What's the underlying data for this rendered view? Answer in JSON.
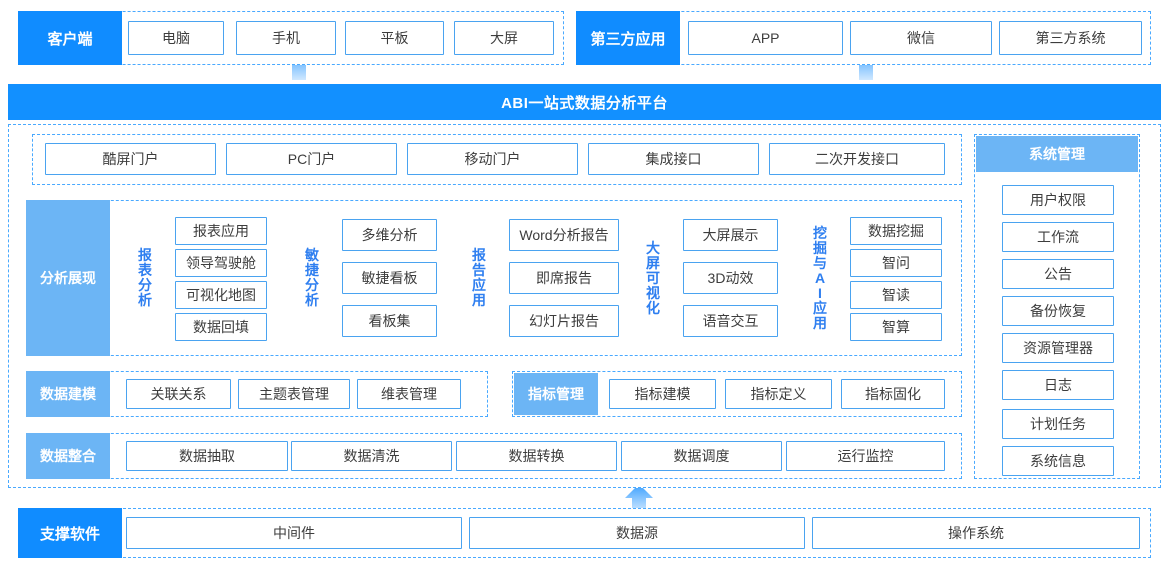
{
  "platform_title": "ABI一站式数据分析平台",
  "colors": {
    "brand_blue": "#108cff",
    "light_blue": "#6cb5f5",
    "box_border": "#4aa3f0",
    "dash_border": "#49a9ff",
    "label_text": "#2f7ff0"
  },
  "client_row": {
    "tag": "客户端",
    "items": [
      "电脑",
      "手机",
      "平板",
      "大屏"
    ]
  },
  "third_party_row": {
    "tag": "第三方应用",
    "items": [
      "APP",
      "微信",
      "第三方系统"
    ]
  },
  "portal_row": {
    "items": [
      "酷屏门户",
      "PC门户",
      "移动门户",
      "集成接口",
      "二次开发接口"
    ]
  },
  "analysis_row": {
    "tag": "分析展现",
    "groups": [
      {
        "label": "报表分析",
        "items": [
          "报表应用",
          "领导驾驶舱",
          "可视化地图",
          "数据回填"
        ]
      },
      {
        "label": "敏捷分析",
        "items": [
          "多维分析",
          "敏捷看板",
          "看板集"
        ]
      },
      {
        "label": "报告应用",
        "items": [
          "Word分析报告",
          "即席报告",
          "幻灯片报告"
        ]
      },
      {
        "label": "大屏可视化",
        "items": [
          "大屏展示",
          "3D动效",
          "语音交互"
        ]
      },
      {
        "label": "挖掘与AI应用",
        "items": [
          "数据挖掘",
          "智问",
          "智读",
          "智算"
        ]
      }
    ]
  },
  "modeling_row": {
    "tag": "数据建模",
    "items": [
      "关联关系",
      "主题表管理",
      "维表管理"
    ],
    "metric_tag": "指标管理",
    "metric_items": [
      "指标建模",
      "指标定义",
      "指标固化"
    ]
  },
  "integration_row": {
    "tag": "数据整合",
    "items": [
      "数据抽取",
      "数据清洗",
      "数据转换",
      "数据调度",
      "运行监控"
    ]
  },
  "system_panel": {
    "tag": "系统管理",
    "items": [
      "用户权限",
      "工作流",
      "公告",
      "备份恢复",
      "资源管理器",
      "日志",
      "计划任务",
      "系统信息"
    ]
  },
  "support_row": {
    "tag": "支撑软件",
    "items": [
      "中间件",
      "数据源",
      "操作系统"
    ]
  }
}
